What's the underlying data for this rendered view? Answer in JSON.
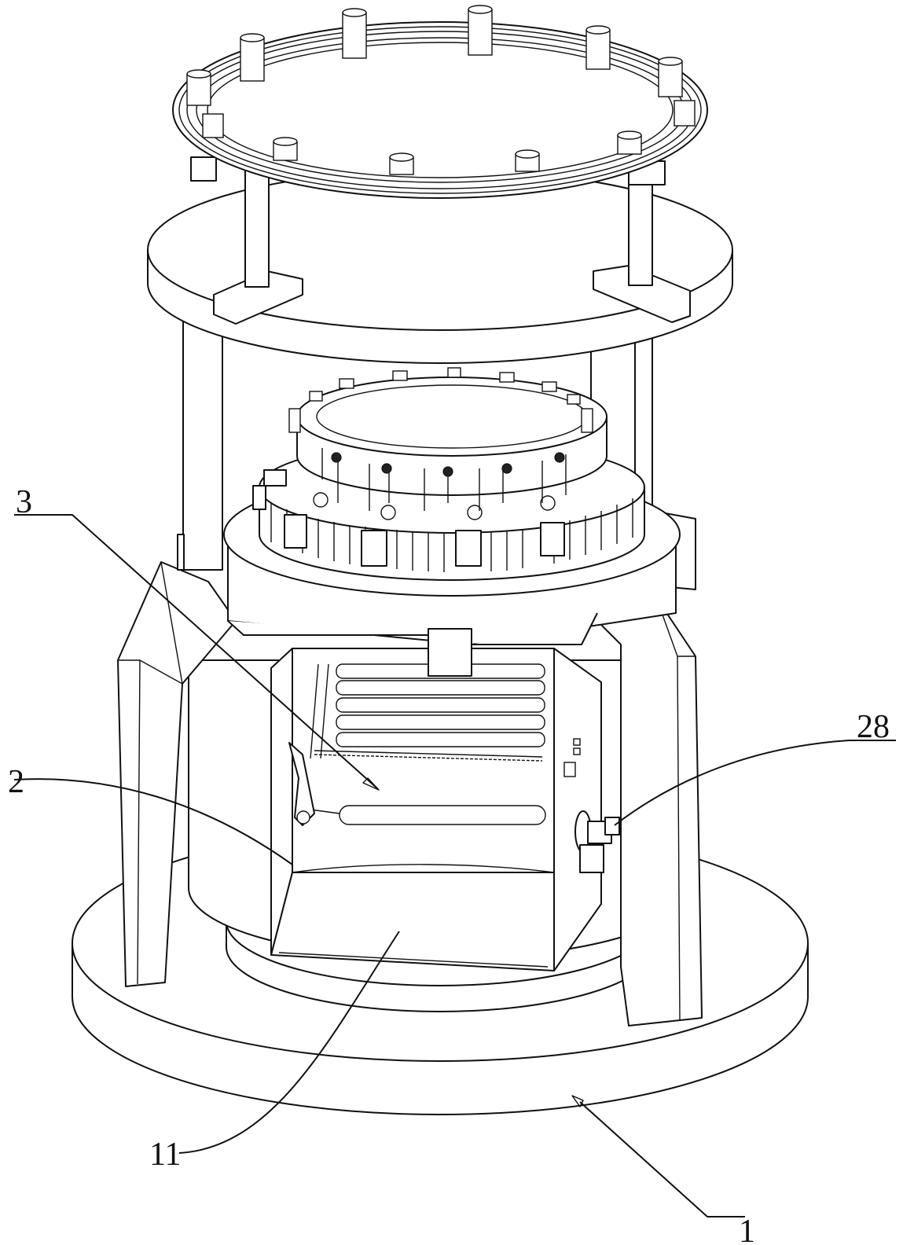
{
  "callouts": [
    {
      "id": "label-3",
      "text": "3"
    },
    {
      "id": "label-2",
      "text": "2"
    },
    {
      "id": "label-28",
      "text": "28"
    },
    {
      "id": "label-11",
      "text": "11"
    },
    {
      "id": "label-1",
      "text": "1"
    }
  ],
  "colors": {
    "line": "#111111",
    "background": "#ffffff"
  }
}
